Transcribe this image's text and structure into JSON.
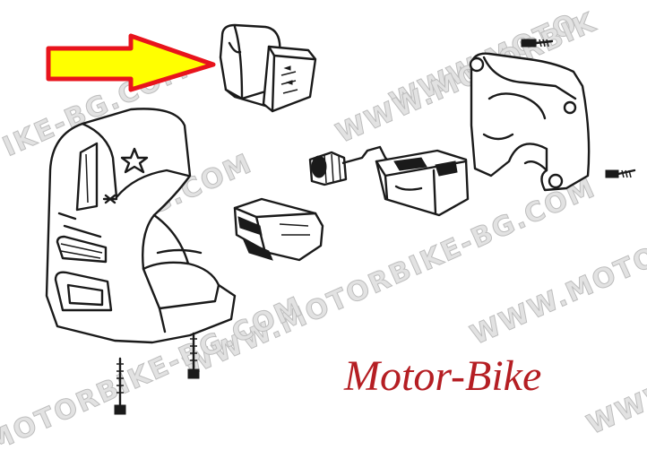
{
  "brand_label": "Motor-Bike",
  "watermark": {
    "text_lines": [
      "WWW.MOTO",
      "WWW.MOTORBIK",
      "IKE-BG.COM",
      "G.COM",
      "WWW.MOTOR",
      "WWW.MOTORBIKE-BG.COM",
      "MOTORBIKE-BG.COM",
      "WWW.MO"
    ],
    "color": "#e2e2e2"
  },
  "colors": {
    "arrow_fill": "#ffff00",
    "arrow_outline": "#e8141c",
    "brand_text": "#b51e23",
    "line_art": "#1a1a1a"
  }
}
